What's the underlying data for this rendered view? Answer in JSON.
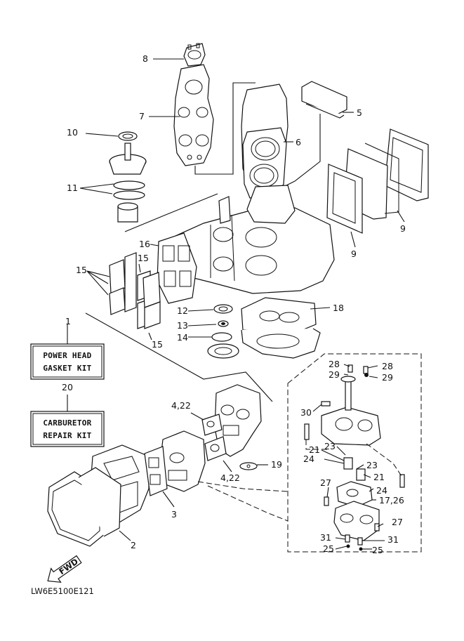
{
  "callouts": {
    "c1": "1",
    "c2": "2",
    "c3": "3",
    "c4_22a": "4,22",
    "c4_22b": "4,22",
    "c5": "5",
    "c6": "6",
    "c7": "7",
    "c8": "8",
    "c9a": "9",
    "c9b": "9",
    "c10": "10",
    "c11": "11",
    "c12": "12",
    "c13": "13",
    "c14": "14",
    "c15a": "15",
    "c15b": "15",
    "c15c": "15",
    "c16": "16",
    "c18": "18",
    "c19": "19",
    "c20": "20",
    "c21a": "21",
    "c21b": "21",
    "c23a": "23",
    "c23b": "23",
    "c24a": "24",
    "c24b": "24",
    "c25a": "25",
    "c25b": "25",
    "c27a": "27",
    "c27b": "27",
    "c28a": "28",
    "c28b": "28",
    "c29a": "29",
    "c29b": "29",
    "c30": "30",
    "c31a": "31",
    "c31b": "31",
    "c17_26": "17,26"
  },
  "kits": {
    "power_head_line1": "POWER HEAD",
    "power_head_line2": "GASKET KIT",
    "carburetor_line1": "CARBURETOR",
    "carburetor_line2": "REPAIR KIT"
  },
  "fwd_label": "FWD",
  "diagram_code": "LW6E5100E121"
}
